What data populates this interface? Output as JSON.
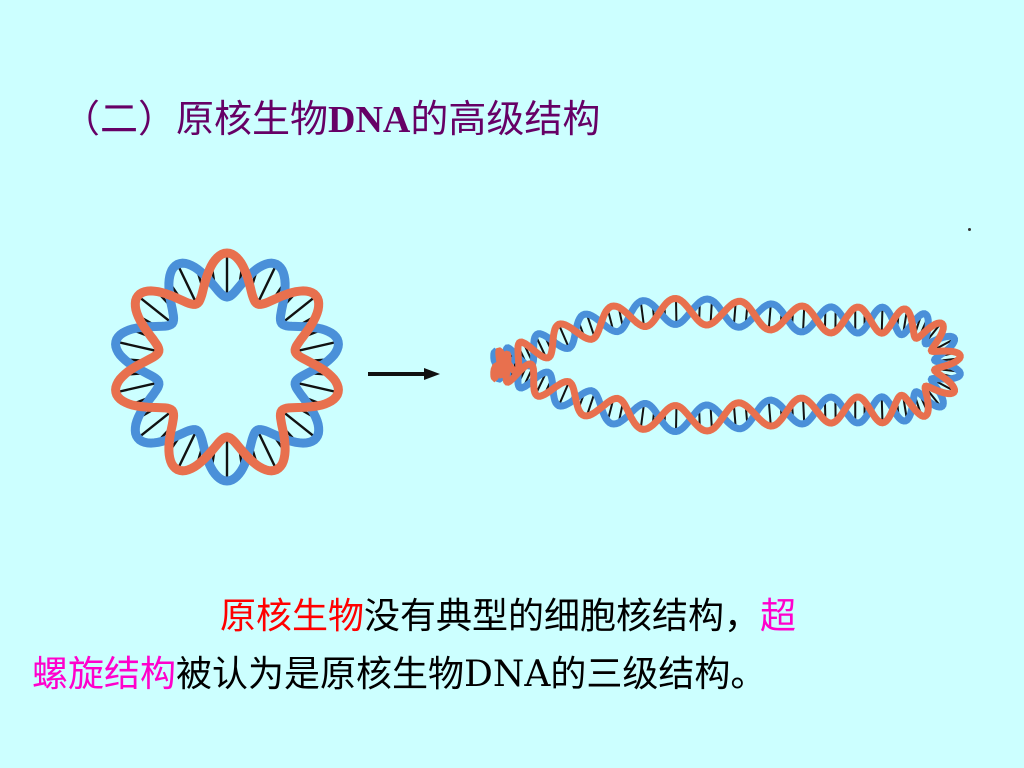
{
  "title": {
    "prefix": "（二）原核生物",
    "dna": "DNA",
    "suffix": "的高级结构"
  },
  "figure": {
    "left": "relaxed-circular-dna-diagram",
    "arrow": "arrow-right-icon",
    "right": "supercoiled-dna-diagram",
    "colors": {
      "strand_a": "#e8704e",
      "strand_b": "#4a90d9",
      "base_pair": "#111111"
    }
  },
  "paragraph": {
    "term1": "原核生物",
    "text1": "没有典型的细胞核结构，",
    "term2a": "超",
    "term2b": "螺旋结构",
    "text2": "被认为是原核生物DNA的三级结构。"
  },
  "colors": {
    "background": "#ccffff",
    "title": "#660066",
    "term1": "#ff0000",
    "term2": "#ff00cc"
  }
}
